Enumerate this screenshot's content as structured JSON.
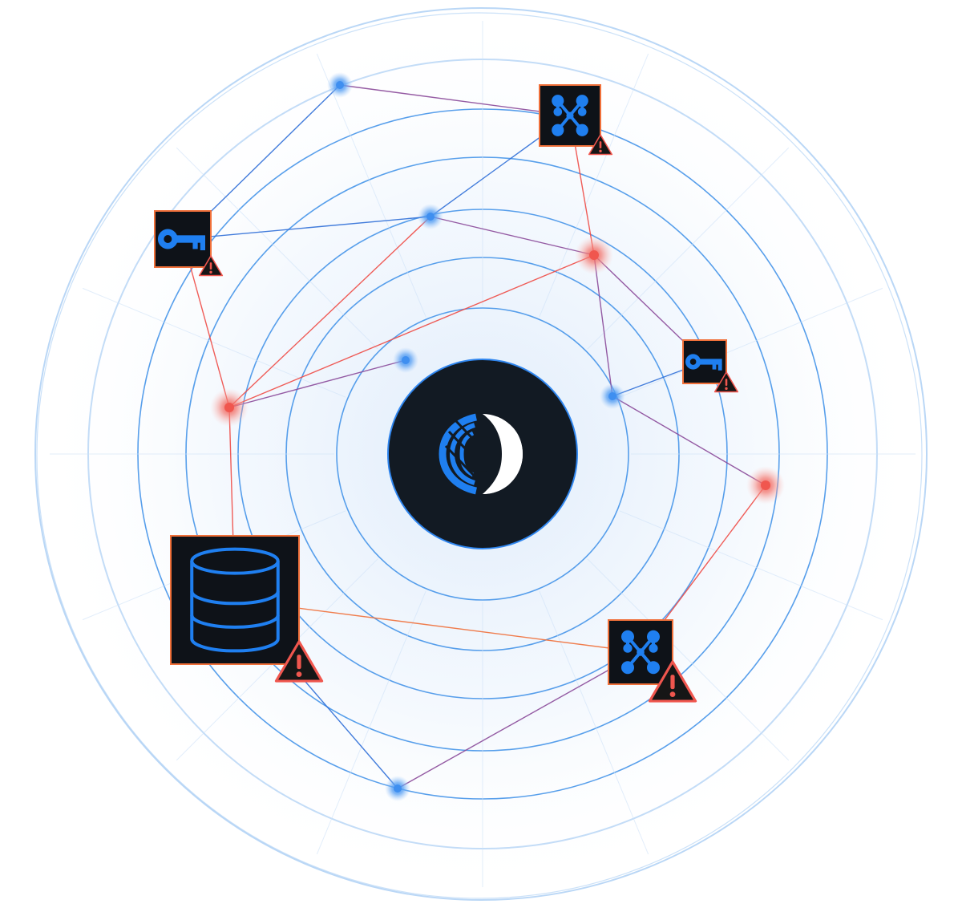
{
  "colors": {
    "background": "#ffffff",
    "ring": "#3b8ee8",
    "ring_faint": "#a9cdf4",
    "hub_fill": "#121a23",
    "hub_ring": "#2f86ef",
    "logo_blue": "#1f7ff0",
    "logo_white": "#ffffff",
    "node_blue": "#3f8ff0",
    "node_red": "#f0564e",
    "edge_red": "#ef4b45",
    "edge_orange": "#f0703a",
    "edge_blue": "#2f6fd8",
    "edge_purple": "#8a4a9a",
    "icon_box_fill": "#0e1218",
    "icon_blue": "#1f7ff0",
    "warning_fill": "#161616",
    "warning_border": "#f0564e",
    "warning_mark": "#f0564e"
  },
  "hub": {
    "logo": "cloud-security-logo"
  },
  "nodes": [
    {
      "id": "n1",
      "kind": "blue-dot"
    },
    {
      "id": "n2",
      "kind": "blue-dot"
    },
    {
      "id": "n3",
      "kind": "blue-dot"
    },
    {
      "id": "n4",
      "kind": "blue-dot"
    },
    {
      "id": "n5",
      "kind": "blue-dot"
    },
    {
      "id": "n6",
      "kind": "red-dot"
    },
    {
      "id": "n7",
      "kind": "red-dot"
    },
    {
      "id": "n8",
      "kind": "red-dot"
    },
    {
      "id": "a1",
      "kind": "asset",
      "icon": "network-graph-icon",
      "warning": true
    },
    {
      "id": "a2",
      "kind": "asset",
      "icon": "key-icon",
      "warning": true
    },
    {
      "id": "a3",
      "kind": "asset",
      "icon": "key-icon",
      "warning": true
    },
    {
      "id": "a4",
      "kind": "asset",
      "icon": "database-icon",
      "warning": true
    },
    {
      "id": "a5",
      "kind": "asset",
      "icon": "network-graph-icon",
      "warning": true
    }
  ],
  "edges": [
    [
      "n1",
      "a1"
    ],
    [
      "n1",
      "a2"
    ],
    [
      "a1",
      "n2"
    ],
    [
      "a1",
      "n6"
    ],
    [
      "a2",
      "n2"
    ],
    [
      "a2",
      "n7"
    ],
    [
      "n2",
      "n6"
    ],
    [
      "n2",
      "n7"
    ],
    [
      "n6",
      "a3"
    ],
    [
      "n6",
      "n7"
    ],
    [
      "n6",
      "n4"
    ],
    [
      "a3",
      "n4"
    ],
    [
      "n4",
      "n8"
    ],
    [
      "n8",
      "a5"
    ],
    [
      "n3",
      "n7"
    ],
    [
      "n7",
      "a4"
    ],
    [
      "a4",
      "a5"
    ],
    [
      "a4",
      "n5"
    ],
    [
      "a5",
      "n5"
    ]
  ]
}
